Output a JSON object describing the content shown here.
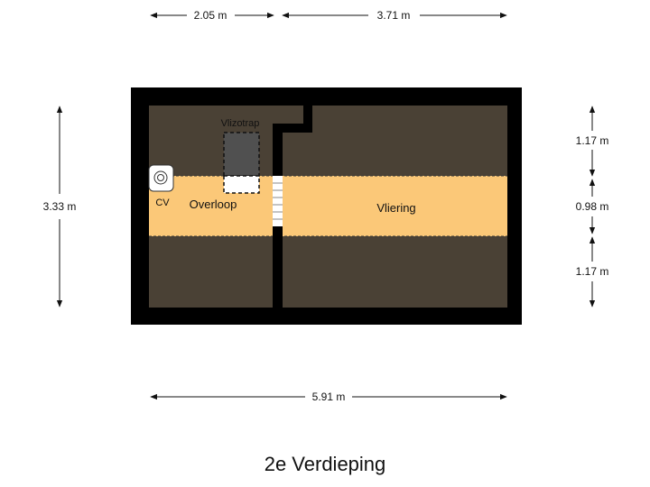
{
  "floor": {
    "title": "2e Verdieping",
    "rooms": {
      "overloop": "Overloop",
      "vliering": "Vliering",
      "cv": "CV",
      "vlizotrap": "Vlizotrap"
    },
    "dimensions": {
      "top_left": "2.05 m",
      "top_right": "3.71 m",
      "bottom_total": "5.91 m",
      "left_total": "3.33 m",
      "right_top": "1.17 m",
      "right_middle": "0.98 m",
      "right_bottom": "1.17 m"
    },
    "colors": {
      "wall": "#000000",
      "roof_area": "#4a4135",
      "room_fill": "#fbc878",
      "hatch": "#505050"
    }
  }
}
